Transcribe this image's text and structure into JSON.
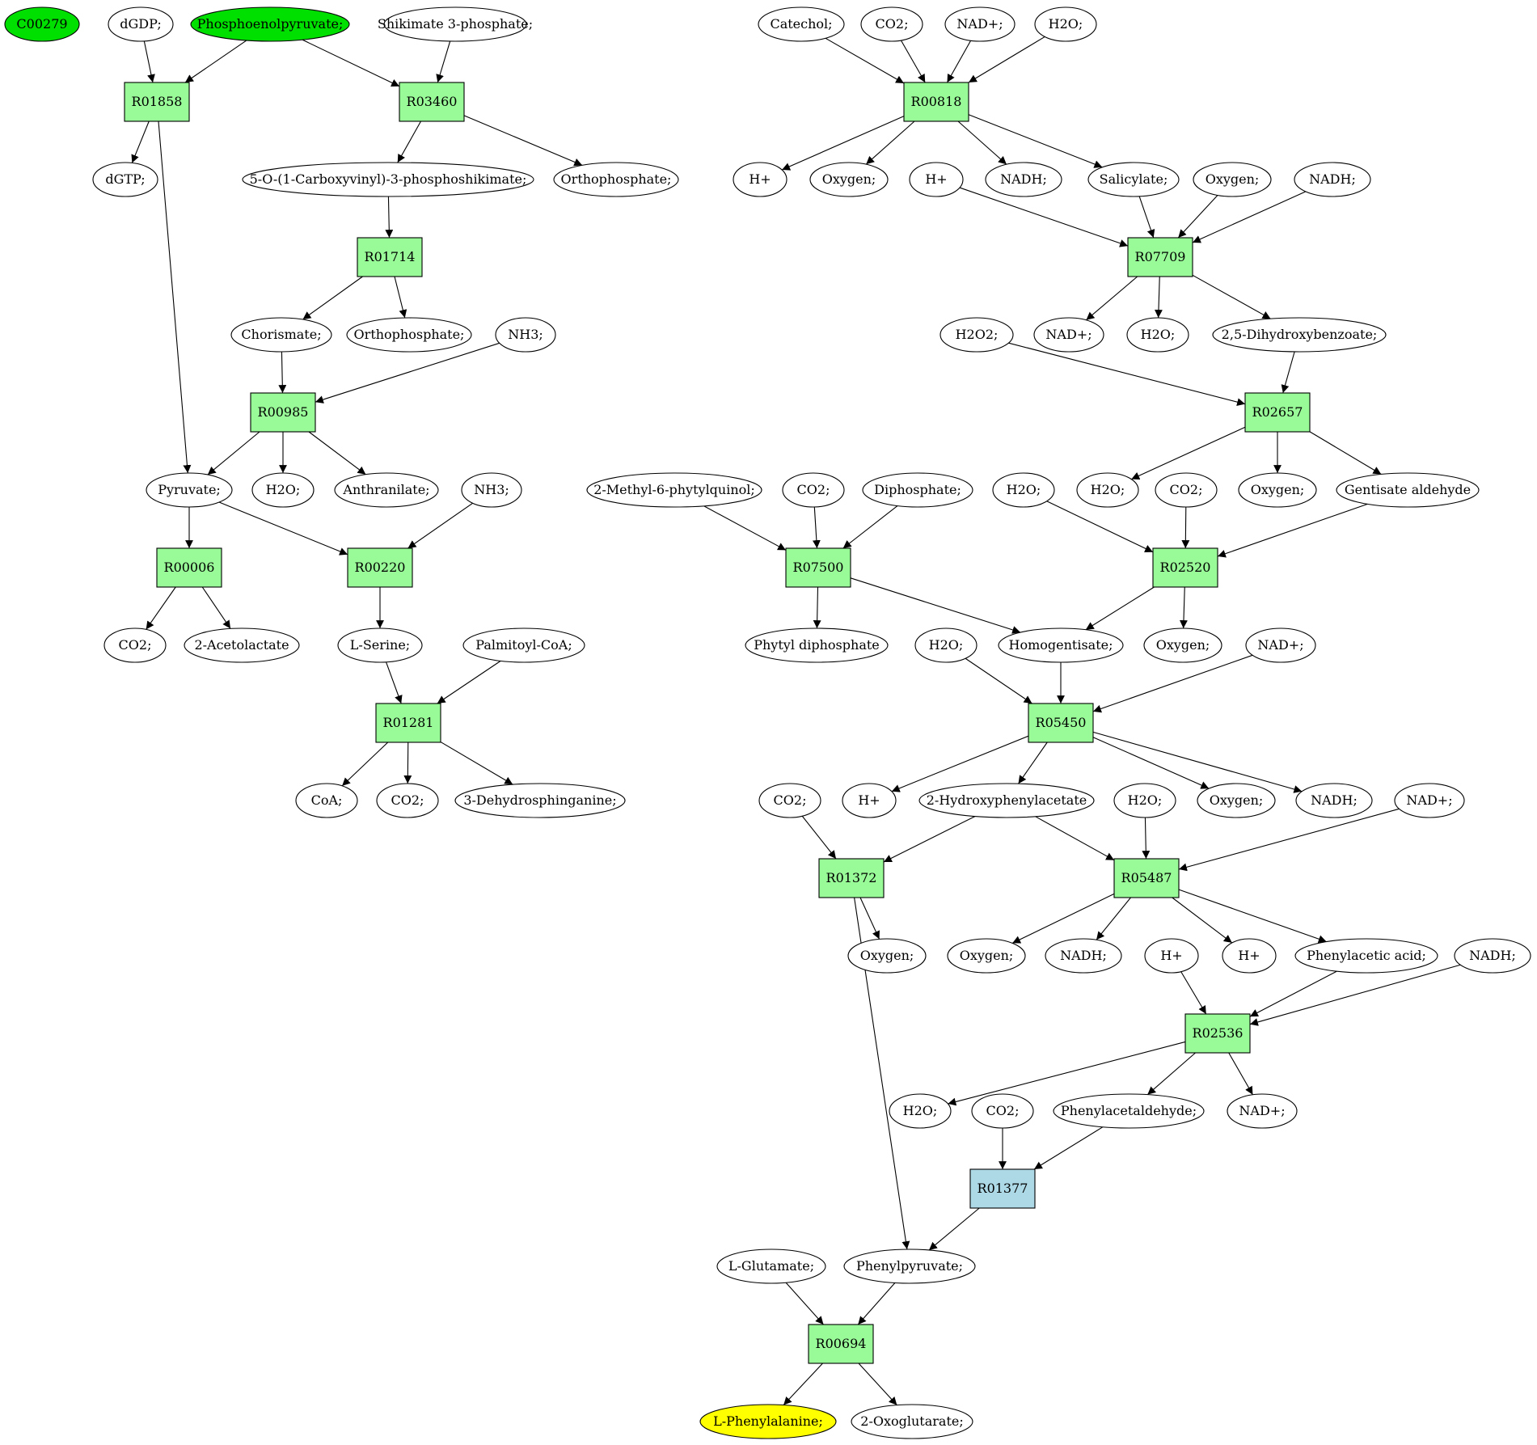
{
  "colors": {
    "compound": "#ffffff",
    "start": "#00e000",
    "target": "#ffff00",
    "reaction": "#98fb98",
    "highlight_reaction": "#add8e6",
    "line": "#000000"
  },
  "nodes": [
    {
      "id": "C00279",
      "label": "C00279",
      "kind": "start"
    },
    {
      "id": "dgdp",
      "label": "dGDP;",
      "kind": "compound"
    },
    {
      "id": "pep",
      "label": "Phosphoenolpyruvate;",
      "kind": "start"
    },
    {
      "id": "s3p",
      "label": "Shikimate 3-phosphate;",
      "kind": "compound"
    },
    {
      "id": "R01858",
      "label": "R01858",
      "kind": "reaction"
    },
    {
      "id": "R03460",
      "label": "R03460",
      "kind": "reaction"
    },
    {
      "id": "dgtp",
      "label": "dGTP;",
      "kind": "compound"
    },
    {
      "id": "epsp",
      "label": "5-O-(1-Carboxyvinyl)-3-phosphoshikimate;",
      "kind": "compound"
    },
    {
      "id": "ortho1",
      "label": "Orthophosphate;",
      "kind": "compound"
    },
    {
      "id": "R01714",
      "label": "R01714",
      "kind": "reaction"
    },
    {
      "id": "chor",
      "label": "Chorismate;",
      "kind": "compound"
    },
    {
      "id": "ortho2",
      "label": "Orthophosphate;",
      "kind": "compound"
    },
    {
      "id": "nh3a",
      "label": "NH3;",
      "kind": "compound"
    },
    {
      "id": "R00985",
      "label": "R00985",
      "kind": "reaction"
    },
    {
      "id": "pyr",
      "label": "Pyruvate;",
      "kind": "compound"
    },
    {
      "id": "h2o_a",
      "label": "H2O;",
      "kind": "compound"
    },
    {
      "id": "anth",
      "label": "Anthranilate;",
      "kind": "compound"
    },
    {
      "id": "nh3b",
      "label": "NH3;",
      "kind": "compound"
    },
    {
      "id": "R00006",
      "label": "R00006",
      "kind": "reaction"
    },
    {
      "id": "R00220",
      "label": "R00220",
      "kind": "reaction"
    },
    {
      "id": "co2_a",
      "label": "CO2;",
      "kind": "compound"
    },
    {
      "id": "acetolac",
      "label": "2-Acetolactate",
      "kind": "compound"
    },
    {
      "id": "lser",
      "label": "L-Serine;",
      "kind": "compound"
    },
    {
      "id": "palm",
      "label": "Palmitoyl-CoA;",
      "kind": "compound"
    },
    {
      "id": "R01281",
      "label": "R01281",
      "kind": "reaction"
    },
    {
      "id": "coa",
      "label": "CoA;",
      "kind": "compound"
    },
    {
      "id": "co2_b",
      "label": "CO2;",
      "kind": "compound"
    },
    {
      "id": "dhs",
      "label": "3-Dehydrosphinganine;",
      "kind": "compound"
    },
    {
      "id": "catechol",
      "label": "Catechol;",
      "kind": "compound"
    },
    {
      "id": "co2_c",
      "label": "CO2;",
      "kind": "compound"
    },
    {
      "id": "nadp_a",
      "label": "NAD+;",
      "kind": "compound"
    },
    {
      "id": "h2o_b",
      "label": "H2O;",
      "kind": "compound"
    },
    {
      "id": "R00818",
      "label": "R00818",
      "kind": "reaction"
    },
    {
      "id": "hp_a",
      "label": "H+",
      "kind": "compound"
    },
    {
      "id": "oxy_a",
      "label": "Oxygen;",
      "kind": "compound"
    },
    {
      "id": "hp_b",
      "label": "H+",
      "kind": "compound"
    },
    {
      "id": "nadh_a",
      "label": "NADH;",
      "kind": "compound"
    },
    {
      "id": "salic",
      "label": "Salicylate;",
      "kind": "compound"
    },
    {
      "id": "oxy_b",
      "label": "Oxygen;",
      "kind": "compound"
    },
    {
      "id": "nadh_b",
      "label": "NADH;",
      "kind": "compound"
    },
    {
      "id": "R07709",
      "label": "R07709",
      "kind": "reaction"
    },
    {
      "id": "h2o2",
      "label": "H2O2;",
      "kind": "compound"
    },
    {
      "id": "nadp_b",
      "label": "NAD+;",
      "kind": "compound"
    },
    {
      "id": "h2o_c",
      "label": "H2O;",
      "kind": "compound"
    },
    {
      "id": "dhb",
      "label": "2,5-Dihydroxybenzoate;",
      "kind": "compound"
    },
    {
      "id": "R02657",
      "label": "R02657",
      "kind": "reaction"
    },
    {
      "id": "mpq",
      "label": "2-Methyl-6-phytylquinol;",
      "kind": "compound"
    },
    {
      "id": "co2_d",
      "label": "CO2;",
      "kind": "compound"
    },
    {
      "id": "diph",
      "label": "Diphosphate;",
      "kind": "compound"
    },
    {
      "id": "h2o_d",
      "label": "H2O;",
      "kind": "compound"
    },
    {
      "id": "h2o_e",
      "label": "H2O;",
      "kind": "compound"
    },
    {
      "id": "co2_e",
      "label": "CO2;",
      "kind": "compound"
    },
    {
      "id": "oxy_c",
      "label": "Oxygen;",
      "kind": "compound"
    },
    {
      "id": "gent",
      "label": "Gentisate aldehyde",
      "kind": "compound"
    },
    {
      "id": "R07500",
      "label": "R07500",
      "kind": "reaction"
    },
    {
      "id": "R02520",
      "label": "R02520",
      "kind": "reaction"
    },
    {
      "id": "phytdp",
      "label": "Phytyl diphosphate",
      "kind": "compound"
    },
    {
      "id": "h2o_f",
      "label": "H2O;",
      "kind": "compound"
    },
    {
      "id": "homog",
      "label": "Homogentisate;",
      "kind": "compound"
    },
    {
      "id": "oxy_d",
      "label": "Oxygen;",
      "kind": "compound"
    },
    {
      "id": "nadp_c",
      "label": "NAD+;",
      "kind": "compound"
    },
    {
      "id": "R05450",
      "label": "R05450",
      "kind": "reaction"
    },
    {
      "id": "co2_f",
      "label": "CO2;",
      "kind": "compound"
    },
    {
      "id": "hp_c",
      "label": "H+",
      "kind": "compound"
    },
    {
      "id": "hpa",
      "label": "2-Hydroxyphenylacetate",
      "kind": "compound"
    },
    {
      "id": "h2o_g",
      "label": "H2O;",
      "kind": "compound"
    },
    {
      "id": "oxy_e",
      "label": "Oxygen;",
      "kind": "compound"
    },
    {
      "id": "nadh_c",
      "label": "NADH;",
      "kind": "compound"
    },
    {
      "id": "nadp_d",
      "label": "NAD+;",
      "kind": "compound"
    },
    {
      "id": "R01372",
      "label": "R01372",
      "kind": "reaction"
    },
    {
      "id": "R05487",
      "label": "R05487",
      "kind": "reaction"
    },
    {
      "id": "oxy_f",
      "label": "Oxygen;",
      "kind": "compound"
    },
    {
      "id": "oxy_g",
      "label": "Oxygen;",
      "kind": "compound"
    },
    {
      "id": "nadh_d",
      "label": "NADH;",
      "kind": "compound"
    },
    {
      "id": "hp_d",
      "label": "H+",
      "kind": "compound"
    },
    {
      "id": "hp_e",
      "label": "H+",
      "kind": "compound"
    },
    {
      "id": "phac",
      "label": "Phenylacetic acid;",
      "kind": "compound"
    },
    {
      "id": "nadh_e",
      "label": "NADH;",
      "kind": "compound"
    },
    {
      "id": "R02536",
      "label": "R02536",
      "kind": "reaction"
    },
    {
      "id": "h2o_h",
      "label": "H2O;",
      "kind": "compound"
    },
    {
      "id": "co2_g",
      "label": "CO2;",
      "kind": "compound"
    },
    {
      "id": "phald",
      "label": "Phenylacetaldehyde;",
      "kind": "compound"
    },
    {
      "id": "nadp_e",
      "label": "NAD+;",
      "kind": "compound"
    },
    {
      "id": "R01377",
      "label": "R01377",
      "kind": "highlight_reaction"
    },
    {
      "id": "lglu",
      "label": "L-Glutamate;",
      "kind": "compound"
    },
    {
      "id": "phpyr",
      "label": "Phenylpyruvate;",
      "kind": "compound"
    },
    {
      "id": "R00694",
      "label": "R00694",
      "kind": "reaction"
    },
    {
      "id": "lphe",
      "label": "L-Phenylalanine;",
      "kind": "target"
    },
    {
      "id": "oxoglu",
      "label": "2-Oxoglutarate;",
      "kind": "compound"
    }
  ],
  "edges": [
    [
      "dgdp",
      "R01858"
    ],
    [
      "pep",
      "R01858"
    ],
    [
      "pep",
      "R03460"
    ],
    [
      "s3p",
      "R03460"
    ],
    [
      "R01858",
      "dgtp"
    ],
    [
      "R01858",
      "pyr"
    ],
    [
      "R03460",
      "epsp"
    ],
    [
      "R03460",
      "ortho1"
    ],
    [
      "epsp",
      "R01714"
    ],
    [
      "R01714",
      "chor"
    ],
    [
      "R01714",
      "ortho2"
    ],
    [
      "chor",
      "R00985"
    ],
    [
      "nh3a",
      "R00985"
    ],
    [
      "R00985",
      "pyr"
    ],
    [
      "R00985",
      "h2o_a"
    ],
    [
      "R00985",
      "anth"
    ],
    [
      "pyr",
      "R00006"
    ],
    [
      "pyr",
      "R00220"
    ],
    [
      "nh3b",
      "R00220"
    ],
    [
      "R00006",
      "co2_a"
    ],
    [
      "R00006",
      "acetolac"
    ],
    [
      "R00220",
      "lser"
    ],
    [
      "lser",
      "R01281"
    ],
    [
      "palm",
      "R01281"
    ],
    [
      "R01281",
      "coa"
    ],
    [
      "R01281",
      "co2_b"
    ],
    [
      "R01281",
      "dhs"
    ],
    [
      "catechol",
      "R00818"
    ],
    [
      "co2_c",
      "R00818"
    ],
    [
      "nadp_a",
      "R00818"
    ],
    [
      "h2o_b",
      "R00818"
    ],
    [
      "R00818",
      "hp_a"
    ],
    [
      "R00818",
      "oxy_a"
    ],
    [
      "R00818",
      "nadh_a"
    ],
    [
      "R00818",
      "salic"
    ],
    [
      "hp_b",
      "R07709"
    ],
    [
      "salic",
      "R07709"
    ],
    [
      "oxy_b",
      "R07709"
    ],
    [
      "nadh_b",
      "R07709"
    ],
    [
      "R07709",
      "nadp_b"
    ],
    [
      "R07709",
      "h2o_c"
    ],
    [
      "R07709",
      "dhb"
    ],
    [
      "h2o2",
      "R02657"
    ],
    [
      "dhb",
      "R02657"
    ],
    [
      "R02657",
      "h2o_e"
    ],
    [
      "R02657",
      "oxy_c"
    ],
    [
      "R02657",
      "gent"
    ],
    [
      "mpq",
      "R07500"
    ],
    [
      "co2_d",
      "R07500"
    ],
    [
      "diph",
      "R07500"
    ],
    [
      "h2o_d",
      "R02520"
    ],
    [
      "co2_e",
      "R02520"
    ],
    [
      "gent",
      "R02520"
    ],
    [
      "R07500",
      "phytdp"
    ],
    [
      "R07500",
      "homog"
    ],
    [
      "R02520",
      "homog"
    ],
    [
      "R02520",
      "oxy_d"
    ],
    [
      "h2o_f",
      "R05450"
    ],
    [
      "homog",
      "R05450"
    ],
    [
      "nadp_c",
      "R05450"
    ],
    [
      "R05450",
      "hp_c"
    ],
    [
      "R05450",
      "hpa"
    ],
    [
      "R05450",
      "oxy_e"
    ],
    [
      "R05450",
      "nadh_c"
    ],
    [
      "co2_f",
      "R01372"
    ],
    [
      "hpa",
      "R01372"
    ],
    [
      "hpa",
      "R05487"
    ],
    [
      "h2o_g",
      "R05487"
    ],
    [
      "nadp_d",
      "R05487"
    ],
    [
      "R01372",
      "oxy_f"
    ],
    [
      "R01372",
      "phpyr"
    ],
    [
      "R05487",
      "oxy_g"
    ],
    [
      "R05487",
      "nadh_d"
    ],
    [
      "R05487",
      "hp_e"
    ],
    [
      "R05487",
      "phac"
    ],
    [
      "hp_d",
      "R02536"
    ],
    [
      "phac",
      "R02536"
    ],
    [
      "nadh_e",
      "R02536"
    ],
    [
      "R02536",
      "h2o_h"
    ],
    [
      "R02536",
      "phald"
    ],
    [
      "R02536",
      "nadp_e"
    ],
    [
      "co2_g",
      "R01377"
    ],
    [
      "phald",
      "R01377"
    ],
    [
      "R01377",
      "phpyr"
    ],
    [
      "lglu",
      "R00694"
    ],
    [
      "phpyr",
      "R00694"
    ],
    [
      "R00694",
      "lphe"
    ],
    [
      "R00694",
      "oxoglu"
    ]
  ]
}
